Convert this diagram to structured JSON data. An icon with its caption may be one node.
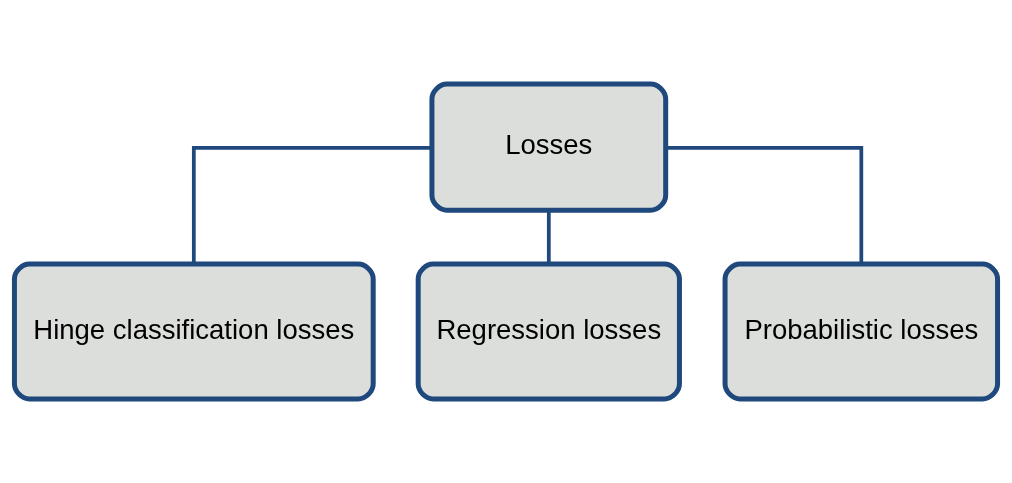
{
  "diagram": {
    "nodes": [
      {
        "text": [
          "Losses"
        ]
      },
      {
        "text": [
          "Hinge classification losses"
        ]
      },
      {
        "text": [
          "Regression losses"
        ]
      },
      {
        "text": [
          "Probabilistic losses"
        ]
      }
    ],
    "edges": [
      {
        "from": 0,
        "to": 1,
        "arrow": "none"
      },
      {
        "from": 0,
        "to": 2,
        "arrow": "none"
      },
      {
        "from": 0,
        "to": 3,
        "arrow": "none"
      }
    ]
  }
}
